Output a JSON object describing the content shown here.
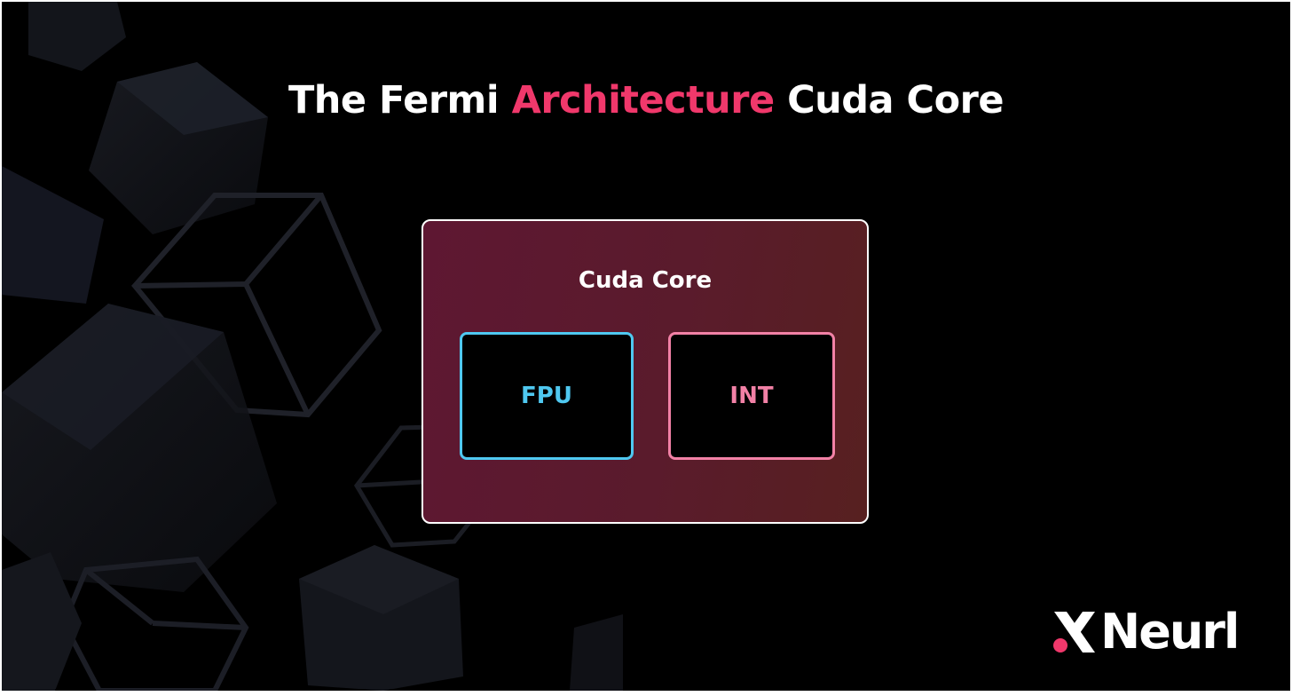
{
  "title": {
    "part1": "The Fermi ",
    "accent": "Architecture",
    "part2": " Cuda Core"
  },
  "diagram": {
    "container_label": "Cuda Core",
    "units": [
      {
        "label": "FPU"
      },
      {
        "label": "INT"
      }
    ]
  },
  "logo": {
    "text": "Neurl",
    "icon": "neurl-x-logo-icon"
  },
  "colors": {
    "background": "#000000",
    "title_accent": "#f0386b",
    "fpu_accent": "#4fc8f0",
    "int_accent": "#f281a6",
    "container_fill": "#5e1732",
    "logo_dot": "#f0386b"
  }
}
